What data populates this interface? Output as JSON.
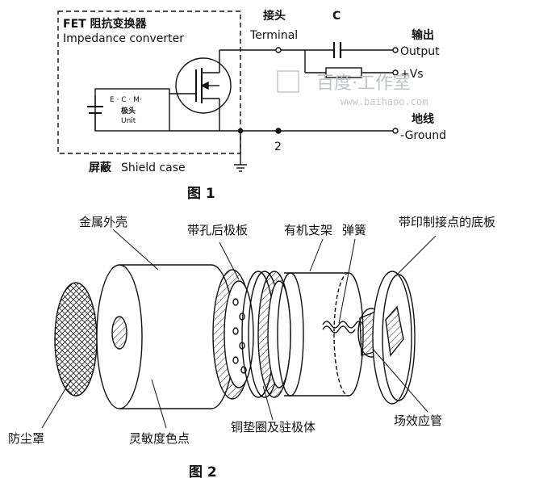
{
  "figure1": {
    "fet_title_cn": "FET 阻抗变换器",
    "fet_title_en": "Impedance converter",
    "terminal_cn": "接头",
    "terminal_en": "Terminal",
    "capacitor": "C",
    "output_cn": "输出",
    "output_en": "Output",
    "vs": "+Vs",
    "ground_cn": "地线",
    "ground_en": "-Ground",
    "node_2": "2",
    "ecm_line1": "E · C · M·",
    "ecm_line2": "极头",
    "ecm_line3": "Unit",
    "shield_cn": "屏蔽",
    "shield_en": "Shield case",
    "watermark_main": "百度·工作室",
    "watermark_url": "www.baihaoo.com",
    "caption": "图 1"
  },
  "figure2": {
    "metal_case": "金属外壳",
    "backplate": "带孔后极板",
    "organic_frame": "有机支架",
    "spring": "弹簧",
    "pcb_board": "带印制接点的底板",
    "dust_cover": "防尘罩",
    "sensitivity_dot": "灵敏度色点",
    "copper_ring": "铜垫圈及驻极体",
    "fet_tube": "场效应管",
    "caption": "图 2"
  }
}
